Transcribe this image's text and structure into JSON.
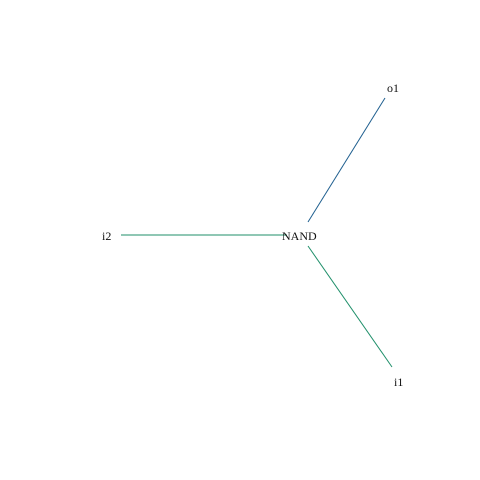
{
  "diagram": {
    "nodes": [
      {
        "id": "nand",
        "label": "NAND"
      },
      {
        "id": "o1",
        "label": "o1"
      },
      {
        "id": "i2",
        "label": "i2"
      },
      {
        "id": "i1",
        "label": "i1"
      }
    ],
    "edges": [
      {
        "from": "nand",
        "to": "o1",
        "color": "#1f5f8f"
      },
      {
        "from": "i2",
        "to": "nand",
        "color": "#1f8f6a"
      },
      {
        "from": "nand",
        "to": "i1",
        "color": "#1f8f6a"
      }
    ],
    "colors": {
      "background": "#ffffff",
      "text": "#111111"
    }
  }
}
